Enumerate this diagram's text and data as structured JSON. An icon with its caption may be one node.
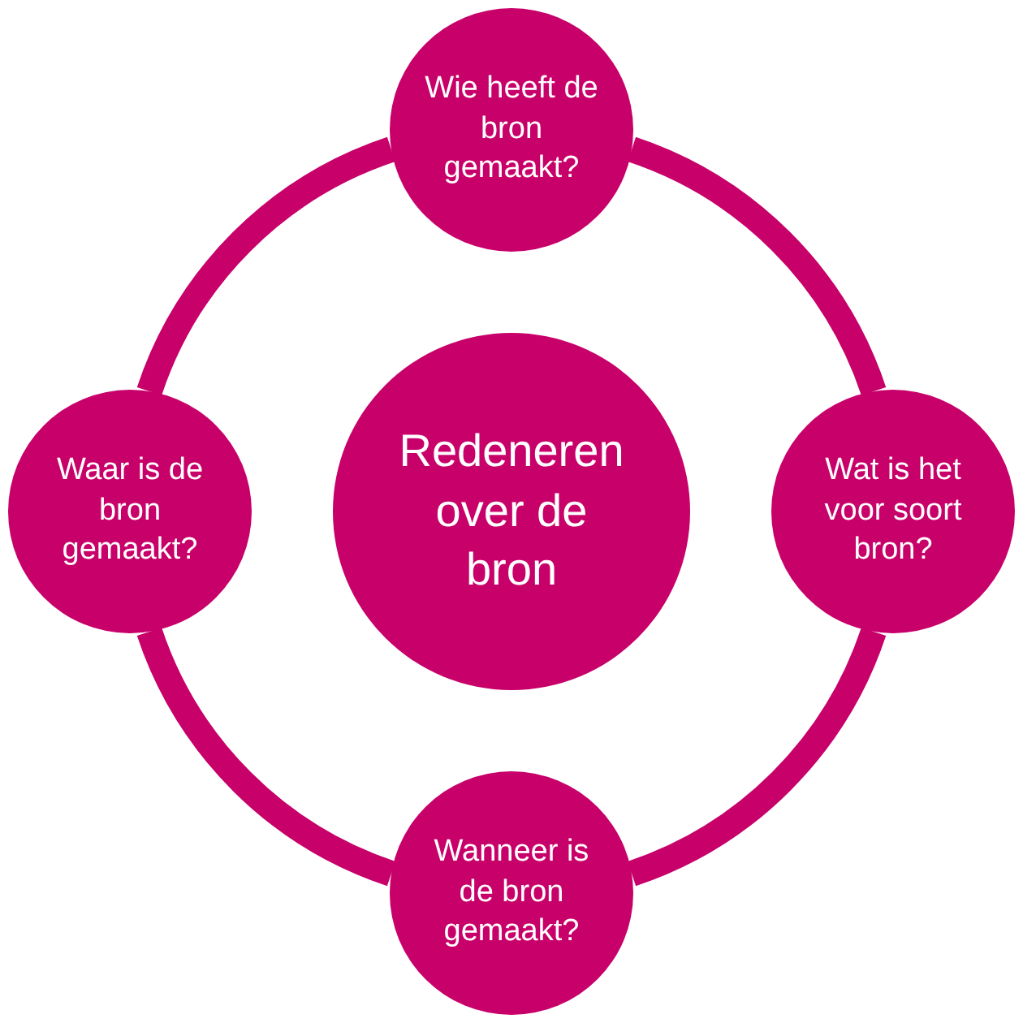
{
  "diagram": {
    "nodes": [
      {
        "text": [
          "Wie heeft de bron gemaakt?"
        ]
      },
      {
        "text": [
          "Waar is de bron gemaakt?"
        ]
      },
      {
        "text": [
          "Redeneren over de bron"
        ]
      },
      {
        "text": [
          "Wat is het voor soort bron?"
        ]
      },
      {
        "text": [
          "Wanneer is de bron gemaakt?"
        ]
      }
    ],
    "edges": [
      {
        "from": 0,
        "to": 3,
        "arrow": "none"
      },
      {
        "from": 3,
        "to": 4,
        "arrow": "none"
      },
      {
        "from": 4,
        "to": 1,
        "arrow": "none"
      },
      {
        "from": 1,
        "to": 0,
        "arrow": "none"
      }
    ]
  }
}
